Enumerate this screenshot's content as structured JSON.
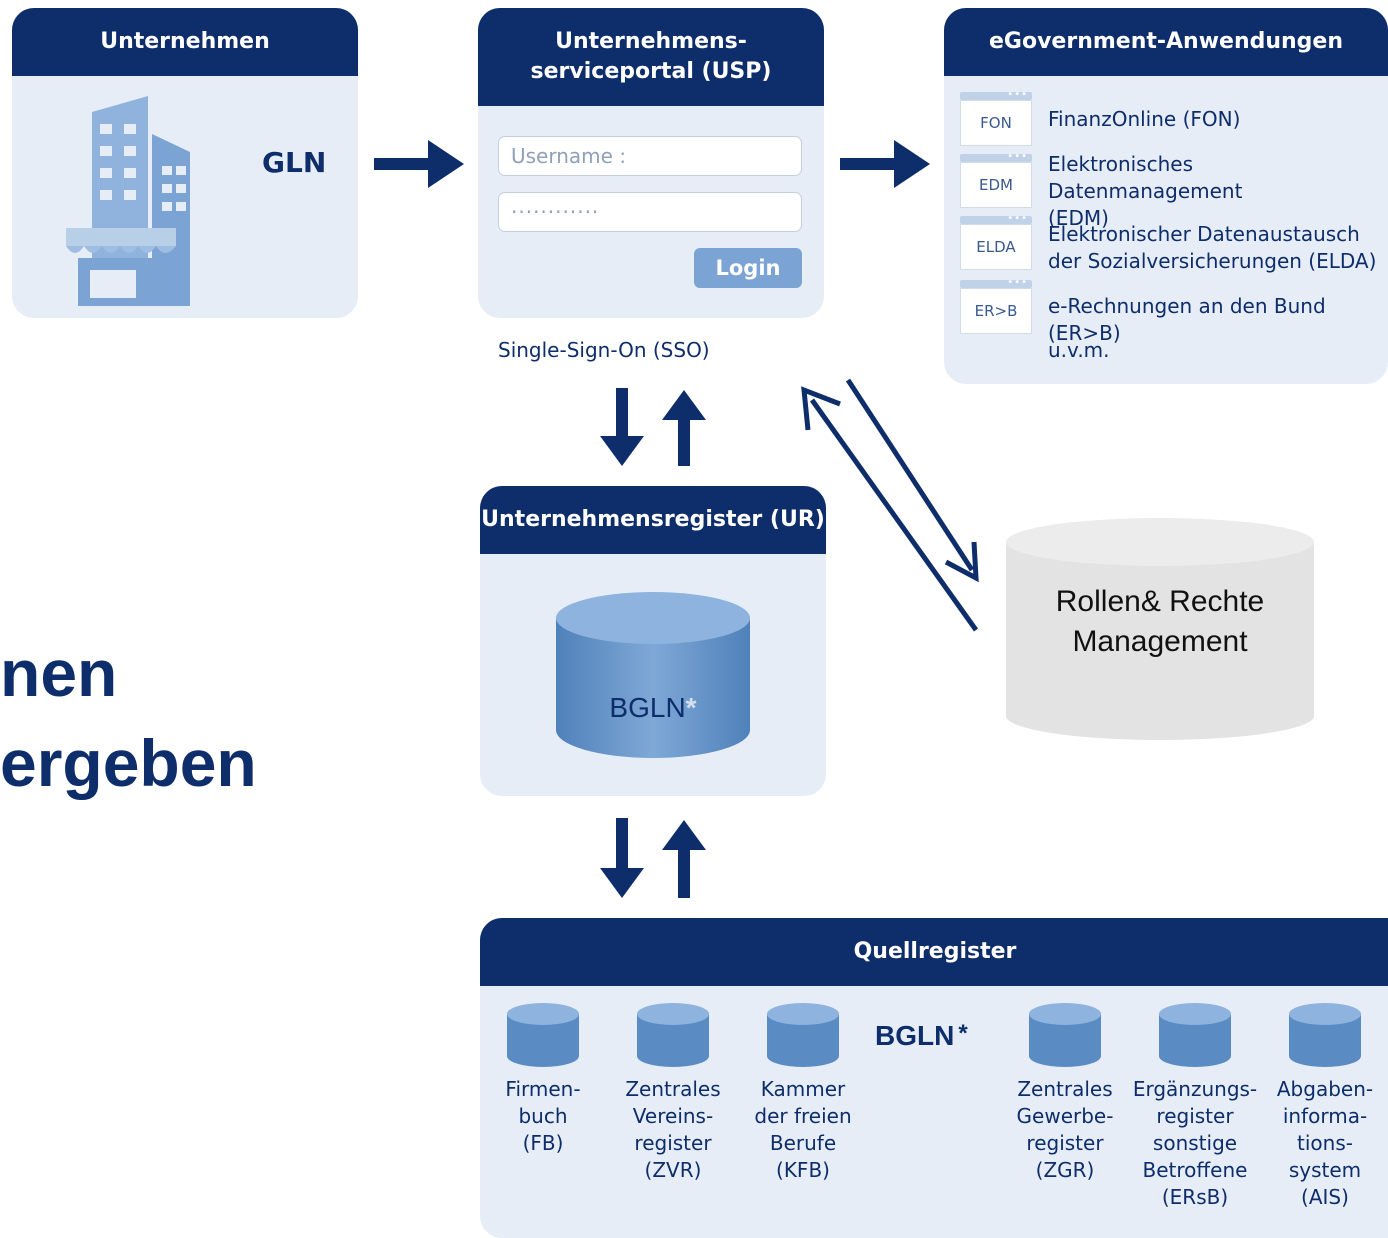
{
  "colors": {
    "navy": "#0e2d6b",
    "panel_bg": "#e6edf6",
    "icon_blue": "#7ba3d3",
    "cylinder_blue": "#6e9ccd",
    "grey_db": "#e3e3e3"
  },
  "unternehmen": {
    "title": "Unternehmen",
    "gln": "GLN",
    "icon": "building-icon"
  },
  "usp": {
    "title_line1": "Unternehmens-",
    "title_line2": "serviceportal (USP)",
    "username_placeholder": "Username :",
    "password_mask": "············",
    "login_label": "Login",
    "sso_label": "Single-Sign-On (SSO)"
  },
  "egov": {
    "title": "eGovernment-Anwendungen",
    "apps": [
      {
        "code": "FON",
        "line1": "FinanzOnline (FON)",
        "line2": ""
      },
      {
        "code": "EDM",
        "line1": "Elektronisches Datenmanagement",
        "line2": "(EDM)"
      },
      {
        "code": "ELDA",
        "line1": "Elektronischer Datenaustausch",
        "line2": "der Sozialversicherungen (ELDA)"
      },
      {
        "code": "ER>B",
        "line1": "e-Rechnungen an den Bund (ER>B)",
        "line2": ""
      }
    ],
    "more": "u.v.m."
  },
  "ur": {
    "title": "Unternehmensregister (UR)",
    "db_label": "BGLN",
    "star": "*"
  },
  "rollen": {
    "line1": "Rollen& Rechte",
    "line2": "Management"
  },
  "big_text": {
    "line1": "nen",
    "line2": "ergeben"
  },
  "quellregister": {
    "title": "Quellregister",
    "bgln_label": "BGLN",
    "star": "*",
    "sources": [
      {
        "name": "Firmen-\nbuch\n(FB)"
      },
      {
        "name": "Zentrales\nVereins-\nregister\n(ZVR)"
      },
      {
        "name": "Kammer\nder freien\nBerufe\n(KFB)"
      },
      {
        "name": "Zentrales\nGewerbe-\nregister\n(ZGR)"
      },
      {
        "name": "Ergänzungs-\nregister\nsonstige\nBetroffene\n(ERsB)"
      },
      {
        "name": "Abgaben-\ninforma-\ntions-\nsystem\n(AIS)"
      }
    ]
  }
}
